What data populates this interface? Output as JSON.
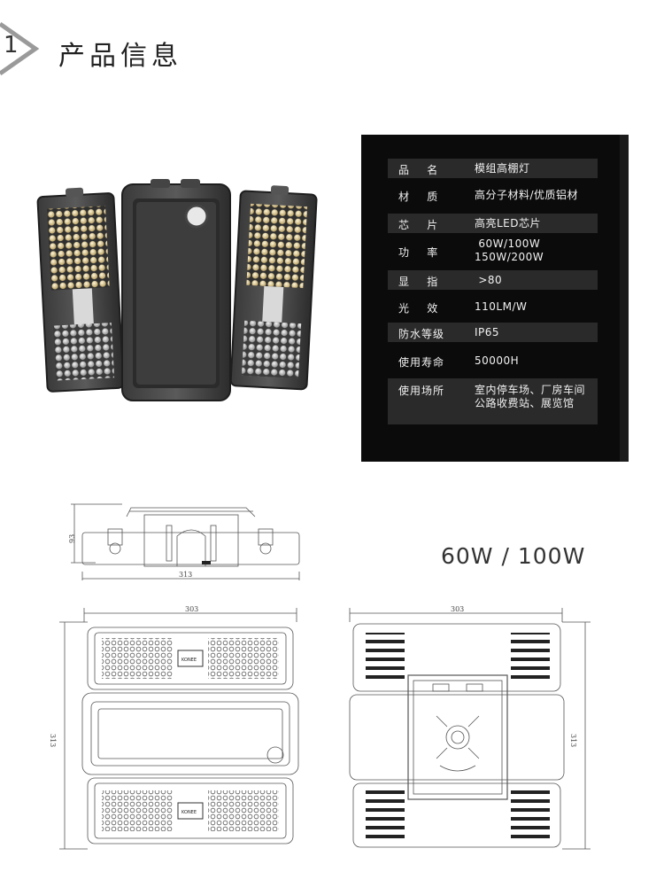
{
  "header": {
    "number": "1",
    "title": "产品信息"
  },
  "spec": {
    "rows": [
      {
        "label": "品    名",
        "value": "模组高棚灯"
      },
      {
        "label": "材    质",
        "value": "高分子材料/优质铝材"
      },
      {
        "label": "芯    片",
        "value": "高亮LED芯片"
      },
      {
        "label": "功    率",
        "value": " 60W/100W\n150W/200W"
      },
      {
        "label": "显    指",
        "value": " >80"
      },
      {
        "label": "光    效",
        "value": "110LM/W"
      },
      {
        "label": "防水等级",
        "value": "IP65"
      },
      {
        "label": "使用寿命",
        "value": "50000H"
      },
      {
        "label": "使用场所",
        "value": "室内停车场、厂房车间\n公路收费站、展览馆"
      }
    ]
  },
  "drawing": {
    "side_height": "93",
    "side_width": "313",
    "front_width": "303",
    "front_height": "313",
    "back_width": "303",
    "back_height": "313",
    "brand": "KONEE"
  },
  "power_label": "60W / 100W",
  "colors": {
    "panel": "#0b0b0b",
    "row": "#2a2a2a",
    "text": "#f2f2f2"
  }
}
